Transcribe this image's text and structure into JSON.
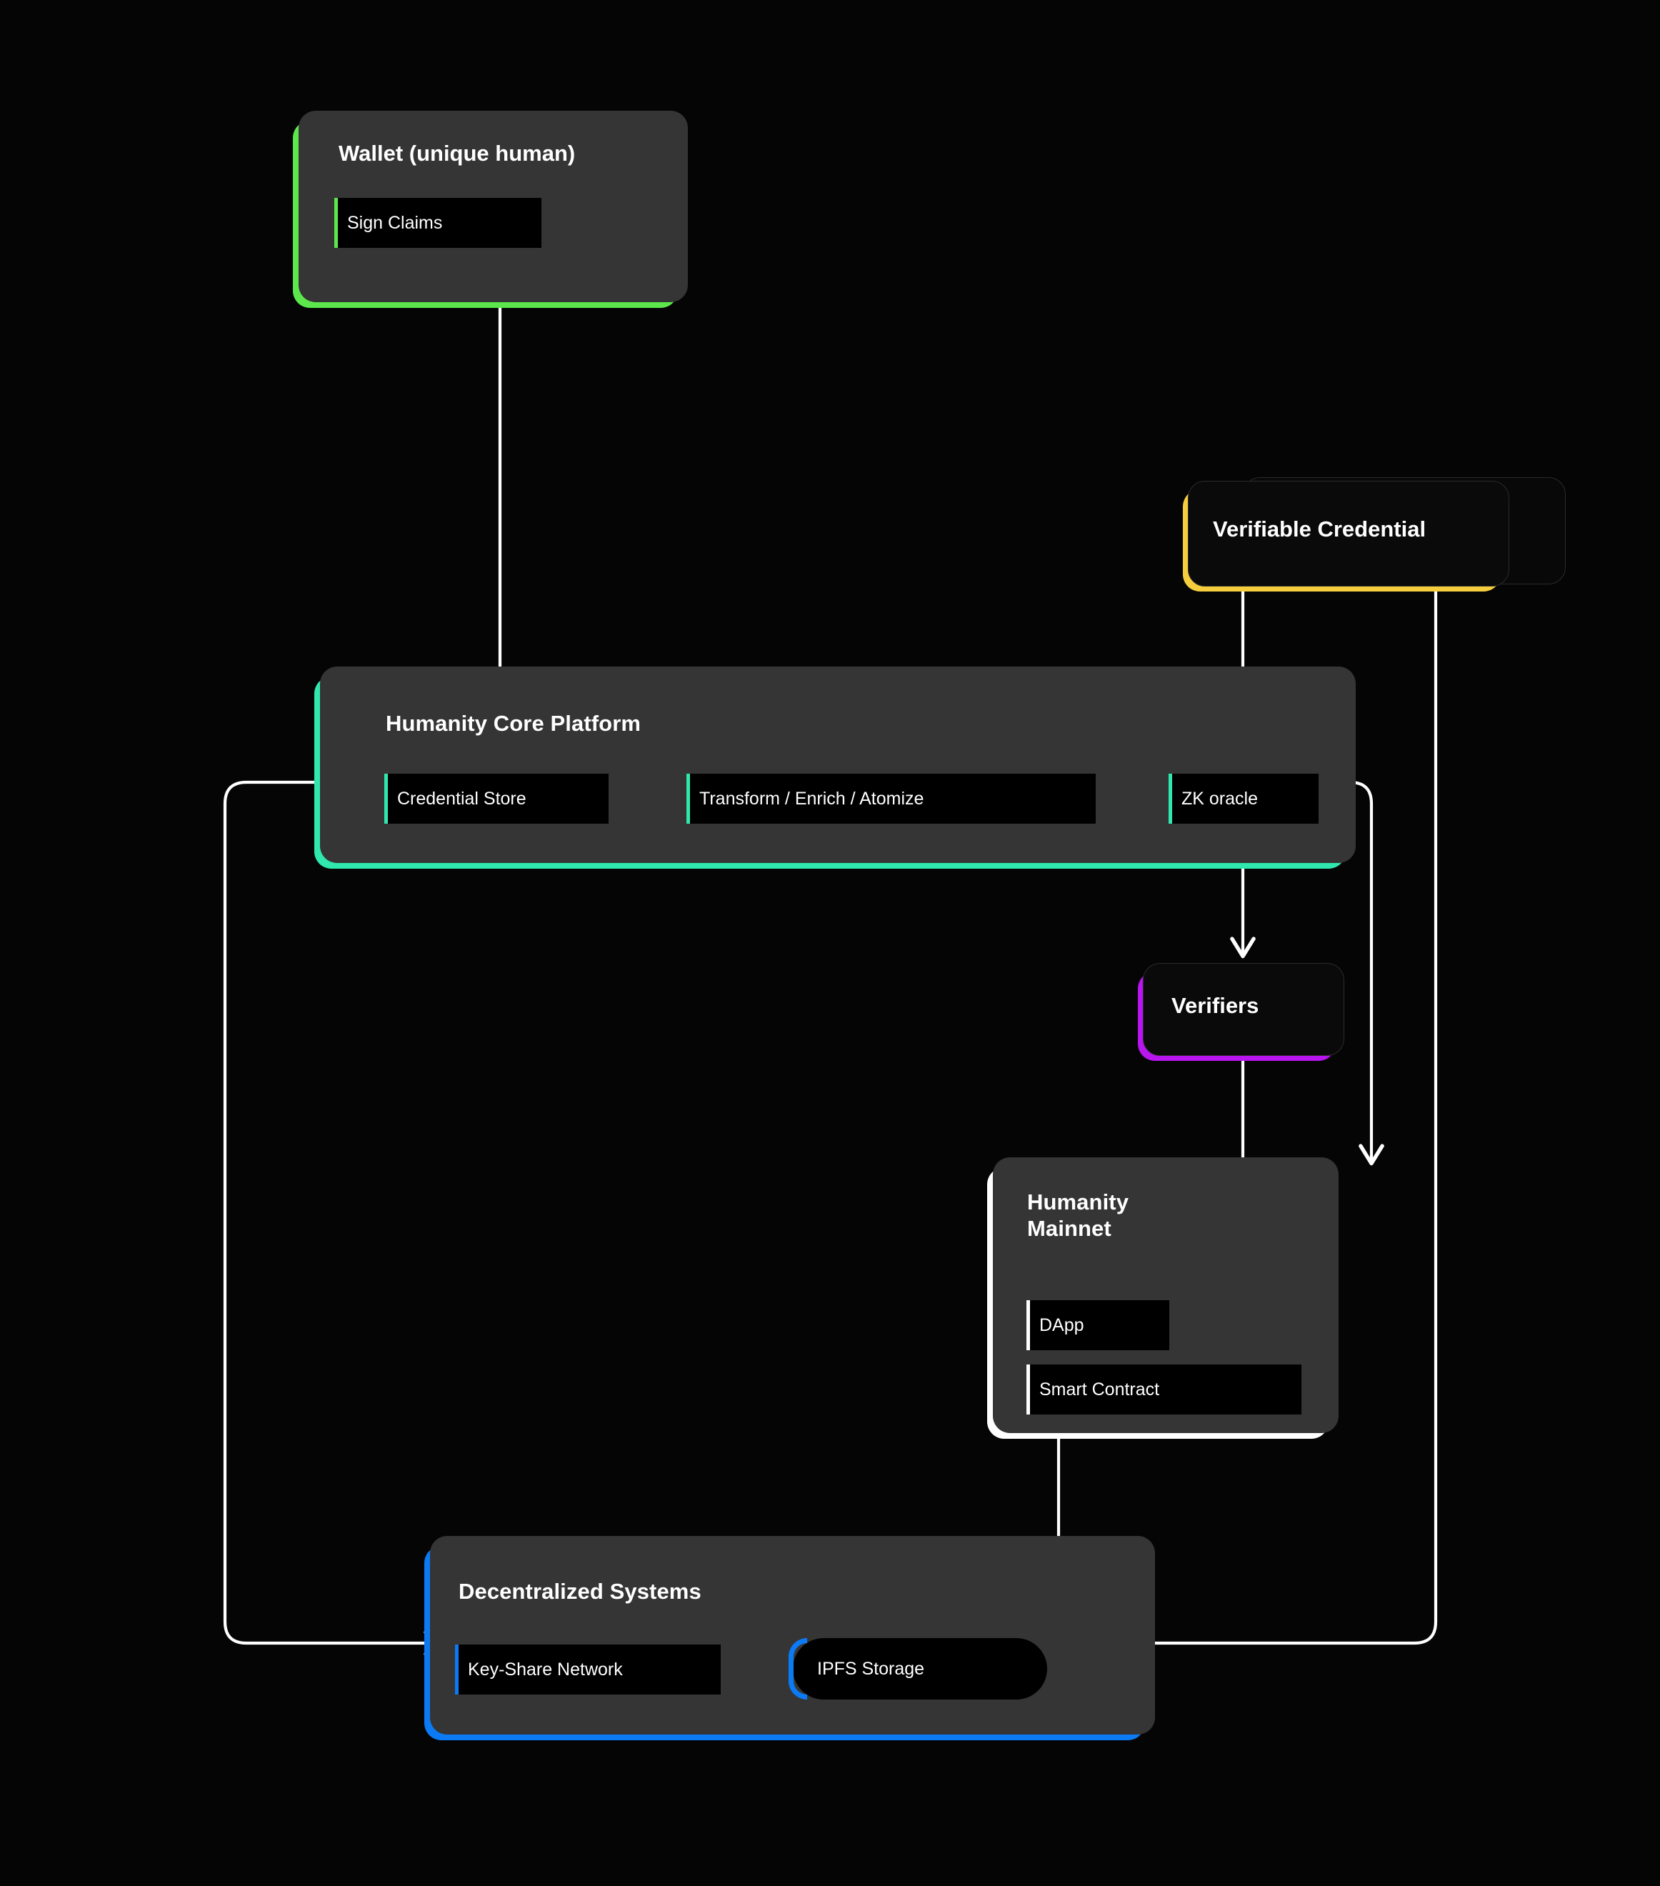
{
  "diagram": {
    "title": "Humanity Protocol identity architecture flow",
    "background": "#050505",
    "edge_color": "#ffffff"
  },
  "palette": {
    "green": "#5CE84C",
    "yellow": "#F6CE3D",
    "teal": "#30E7AE",
    "purple": "#B915F0",
    "white": "#FFFFFF",
    "blue": "#0B7BF5",
    "surface_grey": "#353535",
    "surface_black": "#0A0A0A",
    "chip_black": "#000000"
  },
  "nodes": {
    "wallet": {
      "label": "Wallet (unique human)",
      "accent": "#5CE84C",
      "items": [
        {
          "label": "Sign Claims",
          "accent": "#5CE84C"
        }
      ]
    },
    "verifiable_credential": {
      "label": "Verifiable Credential",
      "accent": "#F6CE3D"
    },
    "core_platform": {
      "label": "Humanity Core Platform",
      "accent": "#30E7AE",
      "items": [
        {
          "label": "Credential Store",
          "accent": "#30E7AE"
        },
        {
          "label": "Transform / Enrich / Atomize",
          "accent": "#30E7AE"
        },
        {
          "label": "ZK oracle",
          "accent": "#30E7AE"
        }
      ]
    },
    "verifiers": {
      "label": "Verifiers",
      "accent": "#B915F0"
    },
    "mainnet": {
      "label": "Humanity\nMainnet",
      "accent": "#FFFFFF",
      "items": [
        {
          "label": "DApp",
          "accent": "#FFFFFF"
        },
        {
          "label": "Smart Contract",
          "accent": "#FFFFFF"
        }
      ]
    },
    "decentralized": {
      "label": "Decentralized Systems",
      "accent": "#0B7BF5",
      "items": [
        {
          "label": "Key-Share Network",
          "accent": "#0B7BF5"
        },
        {
          "label": "IPFS Storage",
          "accent": "#0B7BF5"
        }
      ]
    }
  },
  "edges": [
    {
      "from": "wallet",
      "to": "verifiable-credential",
      "arrow": "down"
    },
    {
      "from": "wallet",
      "to": "key-share-network",
      "arrow": "right"
    },
    {
      "from": "verifiable-credential",
      "to": "zk-oracle",
      "arrow": "down"
    },
    {
      "from": "verifiable-credential",
      "to": "ipfs-storage",
      "arrow": "left"
    },
    {
      "from": "zk-oracle",
      "to": "verifiers",
      "arrow": "down"
    },
    {
      "from": "verifiers",
      "to": "smart-contract",
      "arrow": "down"
    },
    {
      "from": "smart-contract",
      "to": "dapp",
      "arrow": "up"
    },
    {
      "from": "dapp",
      "to": "smart-contract",
      "arrow": "down"
    },
    {
      "from": "smart-contract",
      "to": "ipfs-storage",
      "arrow": "down"
    }
  ]
}
